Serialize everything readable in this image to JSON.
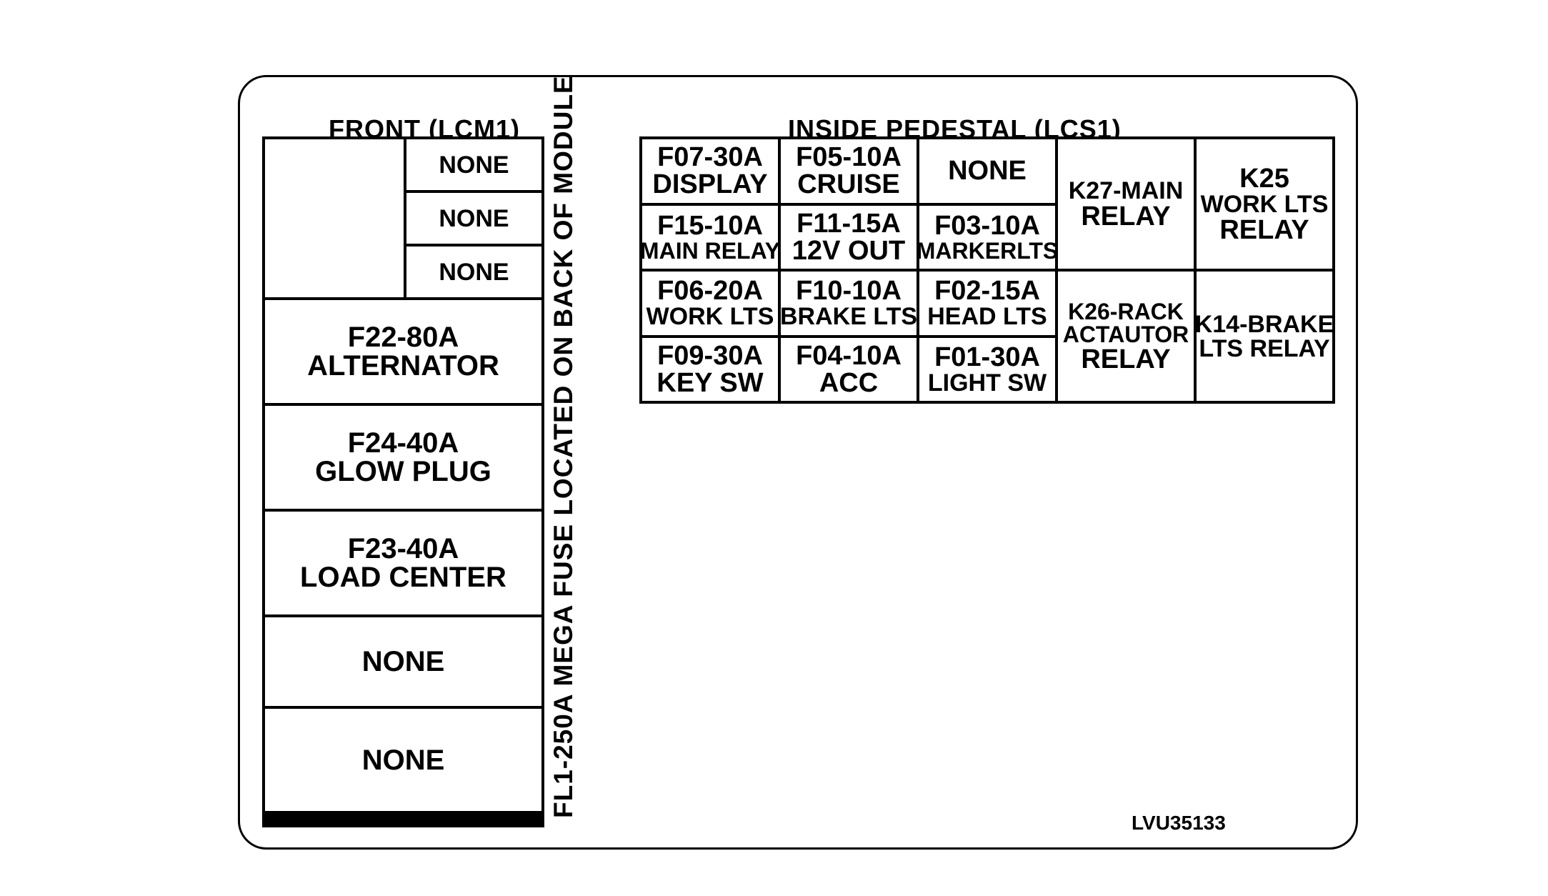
{
  "front": {
    "title": "FRONT (LCM1)",
    "small_slots": [
      "NONE",
      "NONE",
      "NONE"
    ],
    "fuses": [
      {
        "line1": "F22-80A",
        "line2": "ALTERNATOR"
      },
      {
        "line1": "F24-40A",
        "line2": "GLOW PLUG"
      },
      {
        "line1": "F23-40A",
        "line2": "LOAD CENTER"
      },
      {
        "line1": "NONE",
        "line2": ""
      },
      {
        "line1": "NONE",
        "line2": ""
      }
    ]
  },
  "mega_fuse_note": "FL1-250A MEGA FUSE LOCATED ON BACK OF MODULE",
  "pedestal": {
    "title": "INSIDE PEDESTAL (LCS1)",
    "fuses": [
      {
        "line1": "F07-30A",
        "line2": "DISPLAY"
      },
      {
        "line1": "F05-10A",
        "line2": "CRUISE"
      },
      {
        "line1": "NONE",
        "line2": ""
      },
      {
        "line1": "F15-10A",
        "line2": "MAIN RELAY"
      },
      {
        "line1": "F11-15A",
        "line2": "12V OUT"
      },
      {
        "line1": "F03-10A",
        "line2": "MARKERLTS"
      },
      {
        "line1": "F06-20A",
        "line2": "WORK LTS"
      },
      {
        "line1": "F10-10A",
        "line2": "BRAKE LTS"
      },
      {
        "line1": "F02-15A",
        "line2": "HEAD LTS"
      },
      {
        "line1": "F09-30A",
        "line2": "KEY SW"
      },
      {
        "line1": "F04-10A",
        "line2": "ACC"
      },
      {
        "line1": "F01-30A",
        "line2": "LIGHT SW"
      }
    ],
    "relays": [
      {
        "lines": [
          "K27-MAIN",
          "RELAY"
        ]
      },
      {
        "lines": [
          "K25",
          "WORK LTS",
          "RELAY"
        ]
      },
      {
        "lines": [
          "K26-RACK",
          "ACTAUTOR",
          "RELAY"
        ]
      },
      {
        "lines": [
          "K14-BRAKE",
          "LTS RELAY"
        ]
      }
    ]
  },
  "part_number": "LVU35133"
}
